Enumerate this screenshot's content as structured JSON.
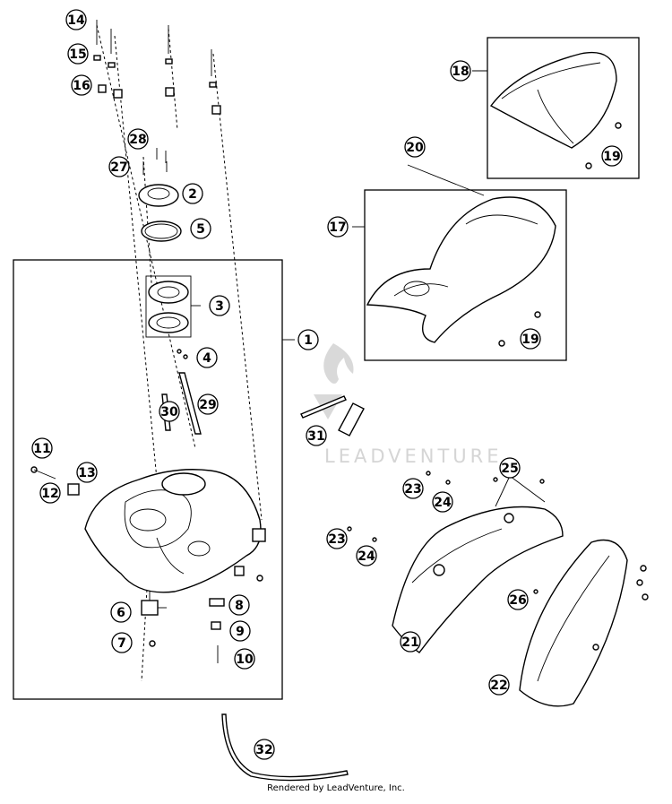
{
  "callouts": [
    {
      "label": "14"
    },
    {
      "label": "15"
    },
    {
      "label": "16"
    },
    {
      "label": "18"
    },
    {
      "label": "28"
    },
    {
      "label": "20"
    },
    {
      "label": "27"
    },
    {
      "label": "2"
    },
    {
      "label": "19"
    },
    {
      "label": "5"
    },
    {
      "label": "17"
    },
    {
      "label": "3"
    },
    {
      "label": "1"
    },
    {
      "label": "19"
    },
    {
      "label": "4"
    },
    {
      "label": "29"
    },
    {
      "label": "30"
    },
    {
      "label": "31"
    },
    {
      "label": "11"
    },
    {
      "label": "13"
    },
    {
      "label": "25"
    },
    {
      "label": "23"
    },
    {
      "label": "12"
    },
    {
      "label": "24"
    },
    {
      "label": "23"
    },
    {
      "label": "24"
    },
    {
      "label": "26"
    },
    {
      "label": "6"
    },
    {
      "label": "8"
    },
    {
      "label": "9"
    },
    {
      "label": "21"
    },
    {
      "label": "7"
    },
    {
      "label": "10"
    },
    {
      "label": "22"
    },
    {
      "label": "32"
    }
  ],
  "watermark": "LEADVENTURE",
  "footer": "Rendered by LeadVenture, Inc."
}
